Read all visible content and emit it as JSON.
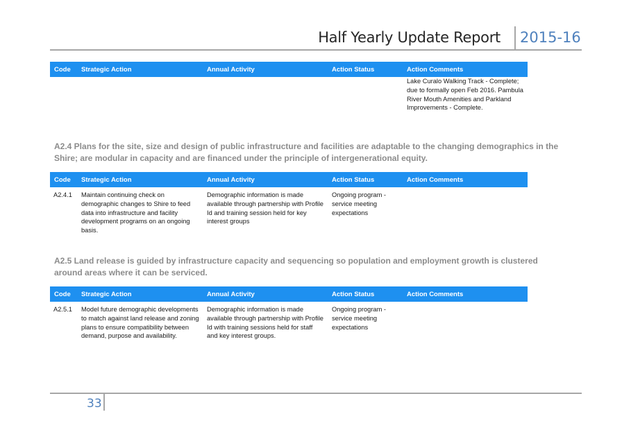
{
  "header": {
    "title": "Half Yearly Update Report",
    "year": "2015-16"
  },
  "columns": [
    "Code",
    "Strategic Action",
    "Annual Activity",
    "Action Status",
    "Action Comments"
  ],
  "continued": {
    "comments": "Lake Curalo Walking Track - Complete; due to formally open Feb 2016. Pambula River Mouth Amenities and Parkland Improvements - Complete."
  },
  "sections": [
    {
      "heading": "A2.4 Plans for the site, size and design of public infrastructure and facilities are adaptable to the changing demographics in the Shire; are modular in capacity and are financed under the principle of intergenerational equity.",
      "row": {
        "code": "A2.4.1",
        "strategic_action": "Maintain continuing check on demographic changes to Shire to feed data into infrastructure and facility development programs on an ongoing basis.",
        "annual_activity": "Demographic information is made available through partnership with Profile Id and training session held for key interest groups",
        "action_status": "Ongoing program - service meeting expectations",
        "action_comments": ""
      }
    },
    {
      "heading": "A2.5 Land release is guided by infrastructure capacity and sequencing so population and employment growth is clustered around areas where it can be serviced.",
      "row": {
        "code": "A2.5.1",
        "strategic_action": "Model future demographic developments to match against land release and zoning plans to ensure compatibility between demand, purpose and availability.",
        "annual_activity": "Demographic information is made available through partnership with Profile Id with training sessions held for staff and key interest groups.",
        "action_status": "Ongoing program - service meeting expectations",
        "action_comments": ""
      }
    }
  ],
  "footer": {
    "page_number": "33"
  }
}
